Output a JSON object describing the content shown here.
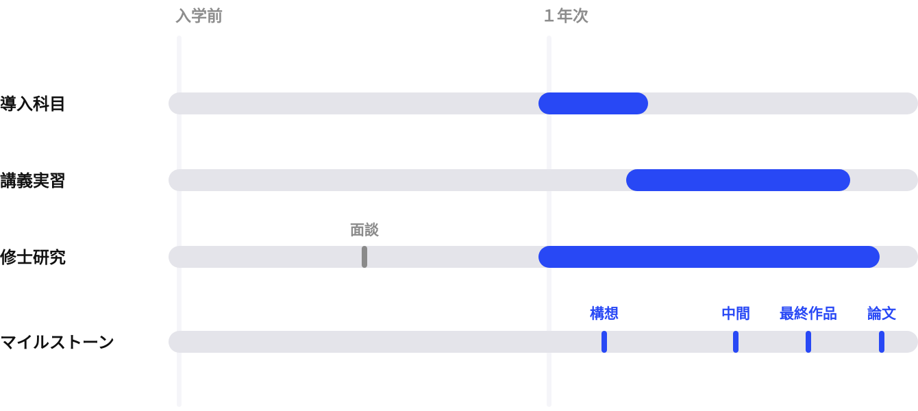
{
  "columns": [
    {
      "label": "入学前"
    },
    {
      "label": "１年次"
    }
  ],
  "rows": [
    {
      "label": "導入科目"
    },
    {
      "label": "講義実習"
    },
    {
      "label": "修士研究"
    },
    {
      "label": "マイルストーン"
    }
  ],
  "events": [
    {
      "label": "面談",
      "row": "修士研究"
    },
    {
      "label": "構想",
      "row": "マイルストーン"
    },
    {
      "label": "中間",
      "row": "マイルストーン"
    },
    {
      "label": "最終作品",
      "row": "マイルストーン"
    },
    {
      "label": "論文",
      "row": "マイルストーン"
    }
  ],
  "colors": {
    "accent": "#2848f5",
    "track": "#e4e4ea",
    "muted": "#8a8a8a",
    "column_line": "#f5f5f9"
  }
}
